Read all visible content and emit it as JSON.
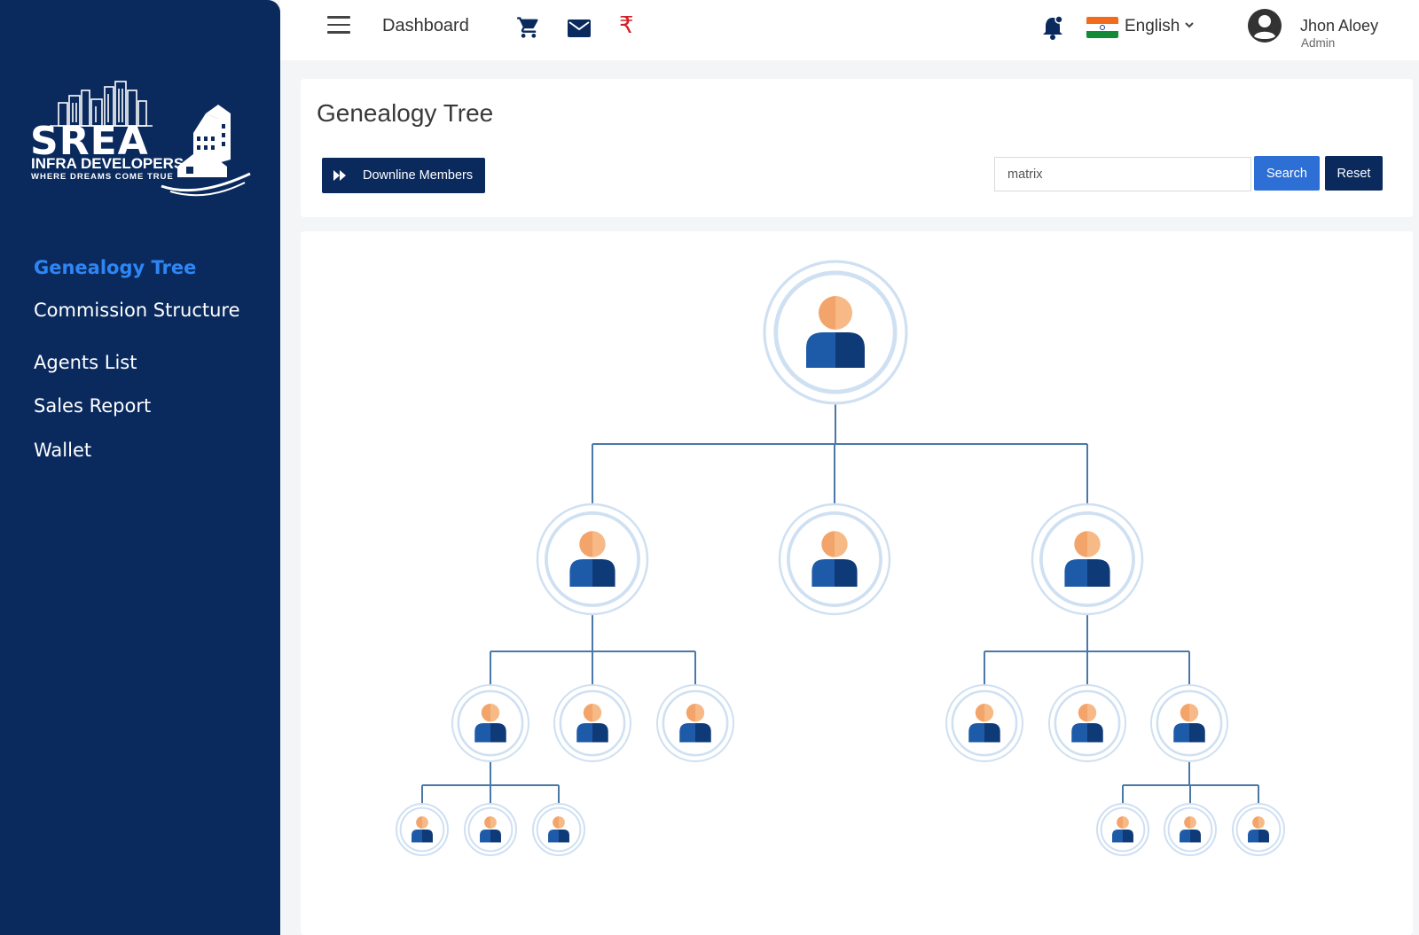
{
  "brand": {
    "name": "SREA",
    "subtitle": "INFRA DEVELOPERS",
    "tagline": "WHERE DREAMS COME TRUE"
  },
  "sidebar": {
    "items": [
      {
        "label": "Genealogy Tree",
        "active": true
      },
      {
        "label": "Commission Structure",
        "active": false
      },
      {
        "label": "Agents List",
        "active": false
      },
      {
        "label": "Sales Report",
        "active": false
      },
      {
        "label": "Wallet",
        "active": false
      }
    ]
  },
  "topbar": {
    "dashboard_label": "Dashboard",
    "rupee_symbol": "₹",
    "language": "English",
    "user_name": "Jhon Aloey",
    "user_role": "Admin",
    "icons": [
      "menu-icon",
      "cart-icon",
      "mail-icon",
      "rupee-icon",
      "bell-icon",
      "india-flag-icon",
      "chevron-down-icon",
      "user-avatar-icon"
    ]
  },
  "page": {
    "title": "Genealogy Tree",
    "downline_button": "Downline Members",
    "search_value": "matrix",
    "search_button": "Search",
    "reset_button": "Reset"
  },
  "colors": {
    "sidebar_bg": "#0a2a5e",
    "active_nav": "#2e86f5",
    "search_btn": "#2d6fd4",
    "rupee": "#d21f26",
    "node_ring": "#cfe0f2",
    "connector": "#4a78a8",
    "avatar_head": "#f3a46a",
    "avatar_body": "#1d5aa8"
  },
  "tree": {
    "children": [
      {
        "children": [
          {
            "children": [
              {},
              {},
              {}
            ]
          },
          {},
          {}
        ]
      },
      {},
      {
        "children": [
          {},
          {},
          {
            "children": [
              {},
              {},
              {}
            ]
          }
        ]
      }
    ]
  }
}
